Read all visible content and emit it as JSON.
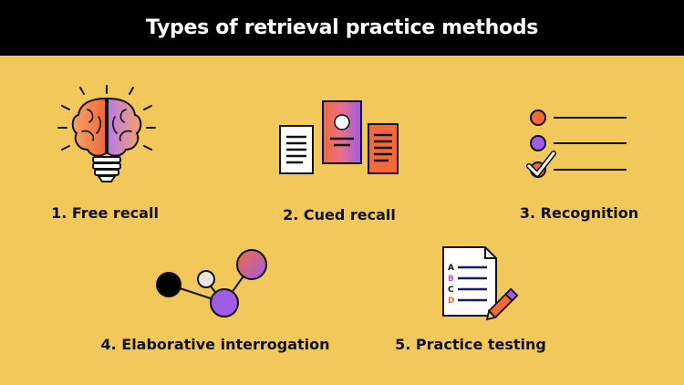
{
  "title": "Types of retrieval practice methods",
  "methods": [
    {
      "label": "1. Free recall",
      "icon": "brain-lightbulb-icon"
    },
    {
      "label": "2. Cued recall",
      "icon": "flashcards-icon"
    },
    {
      "label": "3. Recognition",
      "icon": "checklist-icon"
    },
    {
      "label": "4. Elaborative interrogation",
      "icon": "connected-nodes-icon"
    },
    {
      "label": "5. Practice testing",
      "icon": "test-sheet-pencil-icon"
    }
  ],
  "test_letters": [
    "A",
    "B",
    "C",
    "D"
  ],
  "colors": {
    "background": "#F2C85B",
    "header": "#000000",
    "orange": "#F26A3C",
    "purple": "#A05CE6",
    "dark": "#1A1A1A"
  }
}
